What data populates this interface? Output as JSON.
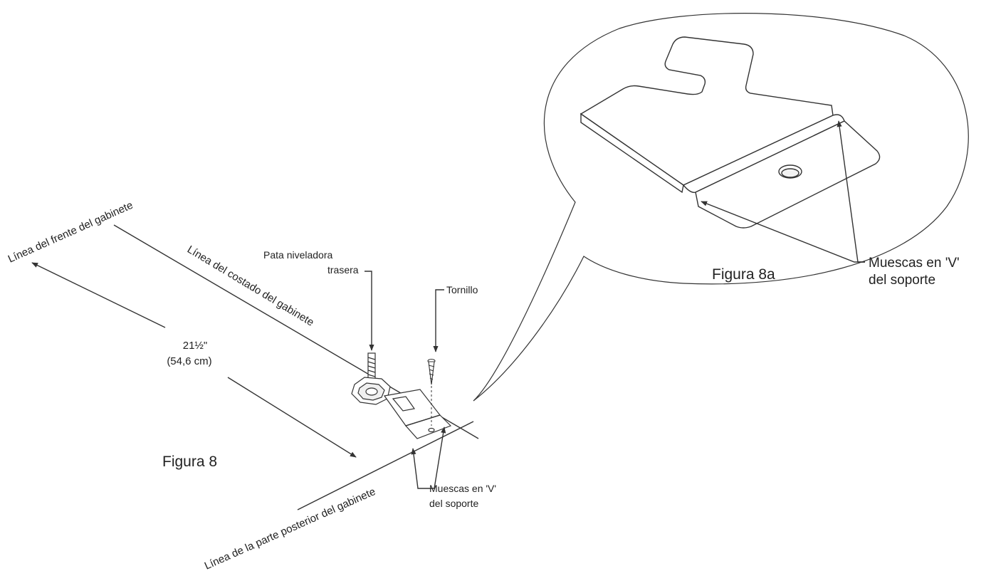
{
  "diagram": {
    "figure_main": "Figura 8",
    "figure_detail": "Figura 8a",
    "labels": {
      "front_line": "Línea del frente del gabinete",
      "side_line": "Línea del costado del gabinete",
      "rear_line": "Línea de la parte posterior del gabinete",
      "leg_line1": "Pata niveladora",
      "leg_line2": "trasera",
      "screw": "Tornillo",
      "dim_imperial": "21½\"",
      "dim_metric": "(54,6 cm)",
      "notch_line1": "Muescas en 'V'",
      "notch_line2": "del soporte",
      "notch_detail_line1": "Muescas en 'V'",
      "notch_detail_line2": "del soporte"
    },
    "colors": {
      "line": "#333333",
      "text": "#222222",
      "background": "#ffffff"
    }
  }
}
